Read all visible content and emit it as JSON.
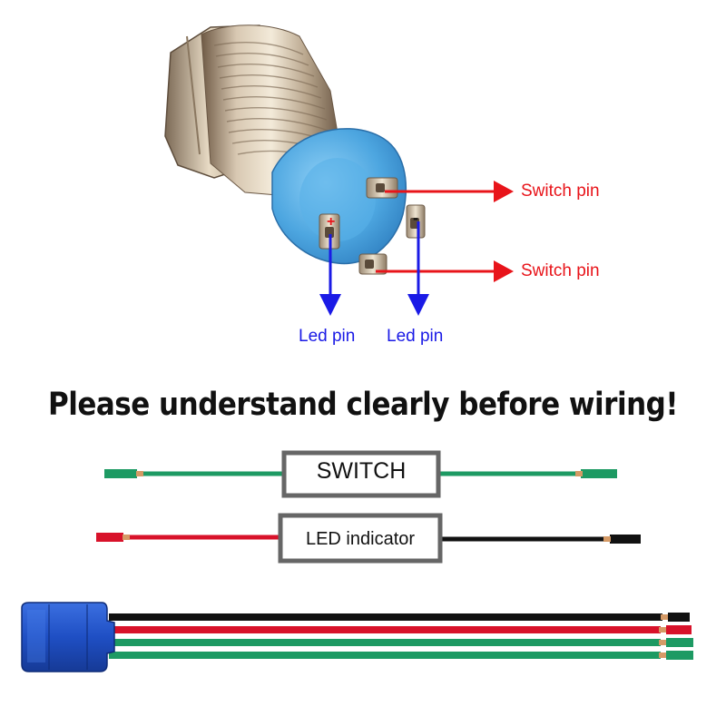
{
  "pin_labels": {
    "switch_pin_top": "Switch pin",
    "switch_pin_bottom": "Switch pin",
    "led_pin_left": "Led pin",
    "led_pin_right": "Led pin",
    "plus_sign": "+",
    "minus_sign": "-"
  },
  "headline": "Please understand clearly before wiring!",
  "wiring": {
    "switch_label": "SWITCH",
    "led_label": "LED indicator"
  },
  "colors": {
    "red_arrow": "#e8141a",
    "blue_arrow": "#1a1ae6",
    "green_wire": "#1d9a63",
    "red_wire": "#d8122a",
    "black_wire": "#111111",
    "copper": "#d59a66",
    "connector_blue": "#1f4fc4",
    "switch_base_blue": "#4da6e0",
    "box_border": "#666666"
  }
}
